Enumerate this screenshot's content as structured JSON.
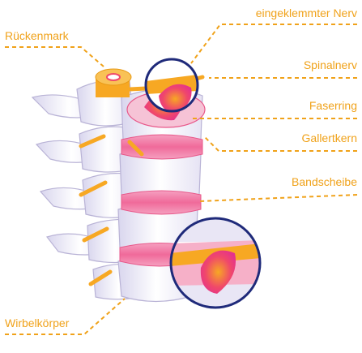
{
  "labels": {
    "rueckenmark": "Rückenmark",
    "eingeklemmter_nerv": "eingeklemmter Nerv",
    "spinalnerv": "Spinalnerv",
    "faserring": "Faserring",
    "gallertkern": "Gallertkern",
    "bandscheibe": "Bandscheibe",
    "wirbelkoerper": "Wirbelkörper"
  },
  "colors": {
    "label": "#f0a21a",
    "leader": "#f0a21a",
    "disc": "#f07aa8",
    "nucleus": "#e8305a",
    "nerve": "#f7a823",
    "bone_outline": "#b9b3d6",
    "magnifier_ring": "#1f2a7a"
  }
}
